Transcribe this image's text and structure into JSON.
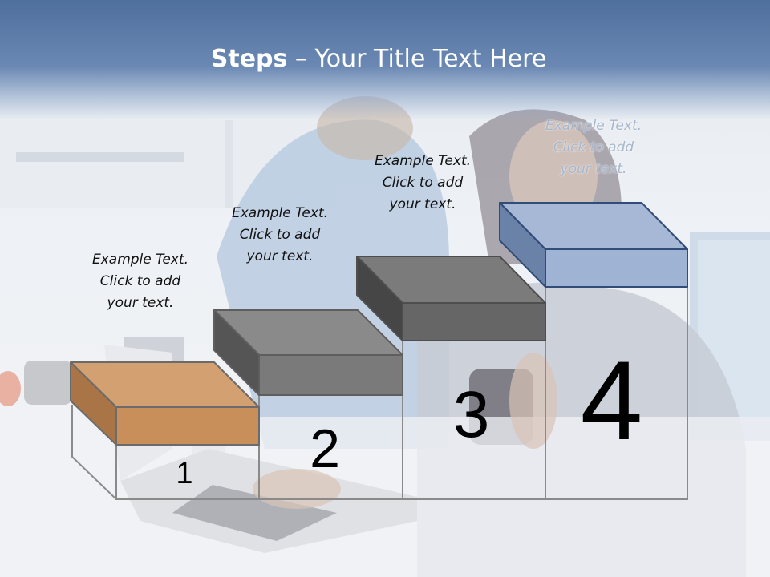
{
  "slide": {
    "title_bold": "Steps",
    "title_rest": " – Your Title Text Here"
  },
  "steps": [
    {
      "number": "1",
      "caption": [
        "Example Text.",
        "Click  to add",
        "your text."
      ],
      "color": "#c98f5a"
    },
    {
      "number": "2",
      "caption": [
        "Example Text.",
        "Click  to add",
        "your text."
      ],
      "color": "#7a7a7a"
    },
    {
      "number": "3",
      "caption": [
        "Example Text.",
        "Click  to add",
        "your text."
      ],
      "color": "#6a6a6a"
    },
    {
      "number": "4",
      "caption": [
        "Example Text.",
        "Click  to add",
        "your text."
      ],
      "color": "#9fb3d4"
    }
  ]
}
